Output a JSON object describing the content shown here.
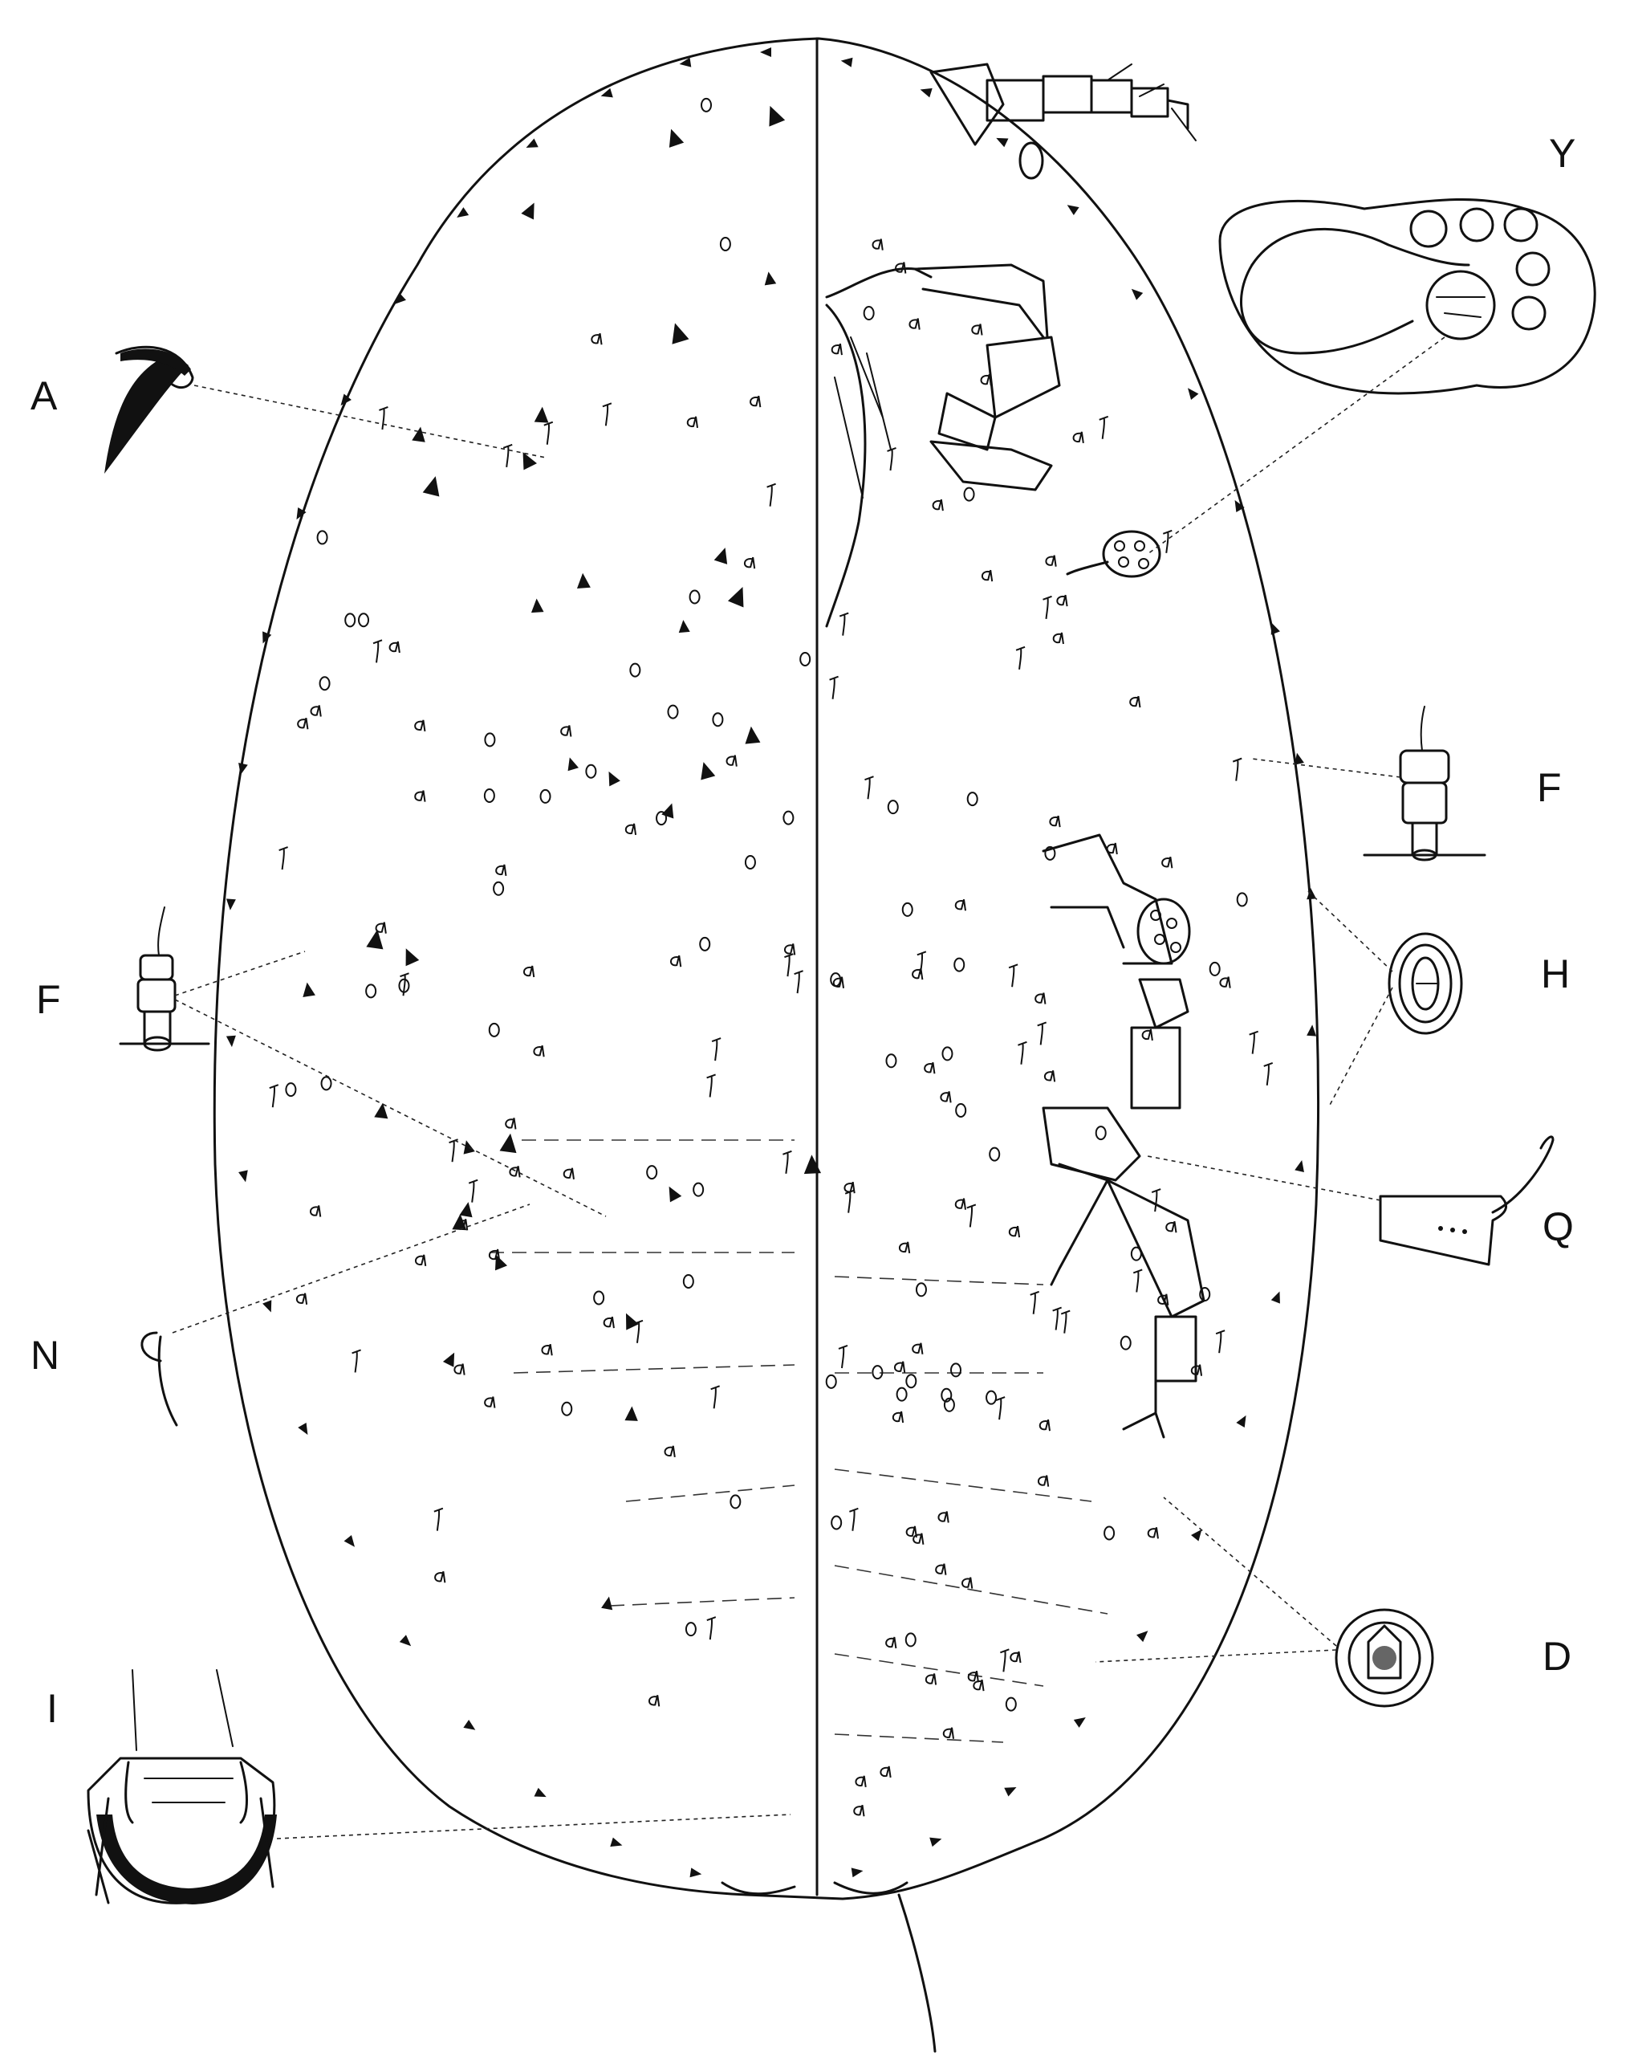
{
  "figure": {
    "panel_labels": {
      "A": "A",
      "Y": "Y",
      "F_right": "F",
      "F_left": "F",
      "H": "H",
      "Q": "Q",
      "N": "N",
      "D": "D",
      "I": "I"
    }
  },
  "colors": {
    "ink": "#111111",
    "paper": "#ffffff"
  }
}
